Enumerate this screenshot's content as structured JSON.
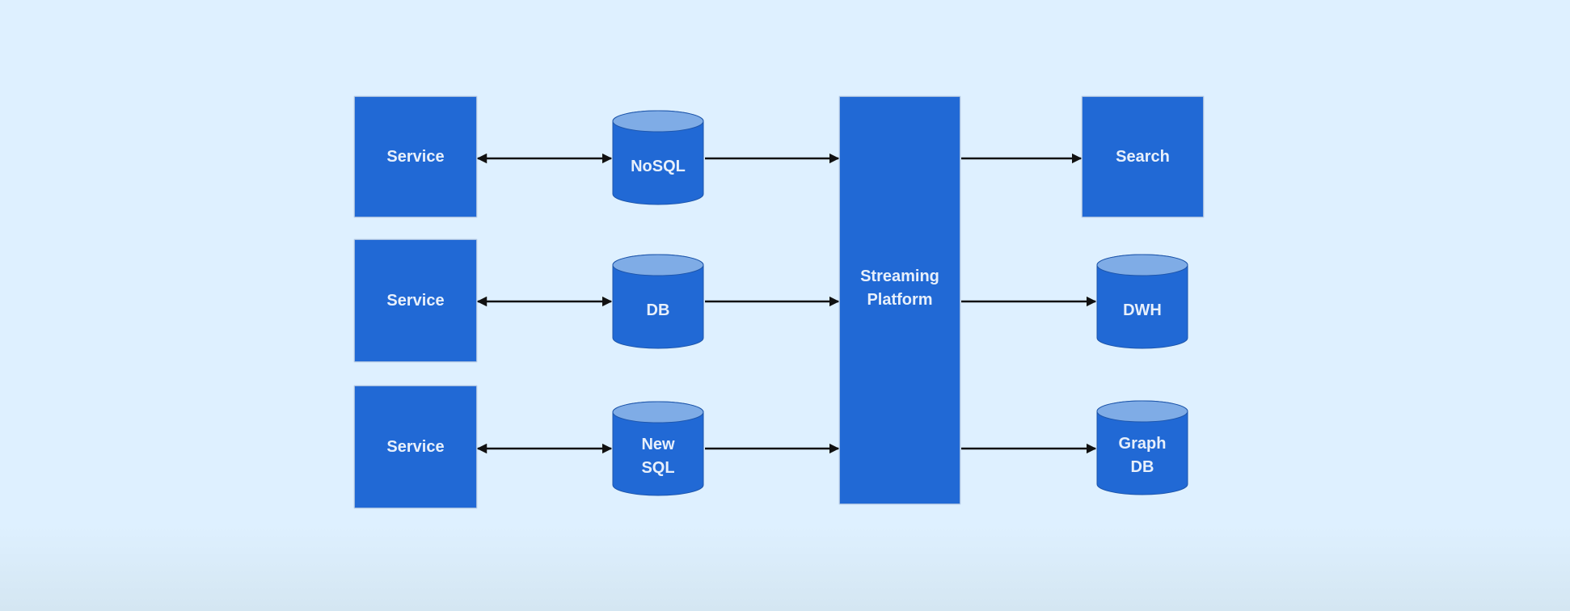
{
  "colors": {
    "node_fill": "#2169d5",
    "cylinder_top": "#7facE6",
    "label": "#e8f0fb",
    "edge": "#111111",
    "background": "#def0ff"
  },
  "nodes": {
    "service_1": {
      "type": "box",
      "label": [
        "Service"
      ]
    },
    "service_2": {
      "type": "box",
      "label": [
        "Service"
      ]
    },
    "service_3": {
      "type": "box",
      "label": [
        "Service"
      ]
    },
    "nosql": {
      "type": "cylinder",
      "label": [
        "NoSQL"
      ]
    },
    "db": {
      "type": "cylinder",
      "label": [
        "DB"
      ]
    },
    "newsql": {
      "type": "cylinder",
      "label": [
        "New",
        "SQL"
      ]
    },
    "streaming": {
      "type": "box",
      "label": [
        "Streaming",
        "Platform"
      ]
    },
    "search": {
      "type": "box",
      "label": [
        "Search"
      ]
    },
    "dwh": {
      "type": "cylinder",
      "label": [
        "DWH"
      ]
    },
    "graphdb": {
      "type": "cylinder",
      "label": [
        "Graph",
        "DB"
      ]
    }
  },
  "edges": [
    {
      "from": "service_1",
      "to": "nosql",
      "bidirectional": true
    },
    {
      "from": "service_2",
      "to": "db",
      "bidirectional": true
    },
    {
      "from": "service_3",
      "to": "newsql",
      "bidirectional": true
    },
    {
      "from": "nosql",
      "to": "streaming",
      "bidirectional": false
    },
    {
      "from": "db",
      "to": "streaming",
      "bidirectional": false
    },
    {
      "from": "newsql",
      "to": "streaming",
      "bidirectional": false
    },
    {
      "from": "streaming",
      "to": "search",
      "bidirectional": false
    },
    {
      "from": "streaming",
      "to": "dwh",
      "bidirectional": false
    },
    {
      "from": "streaming",
      "to": "graphdb",
      "bidirectional": false
    }
  ]
}
